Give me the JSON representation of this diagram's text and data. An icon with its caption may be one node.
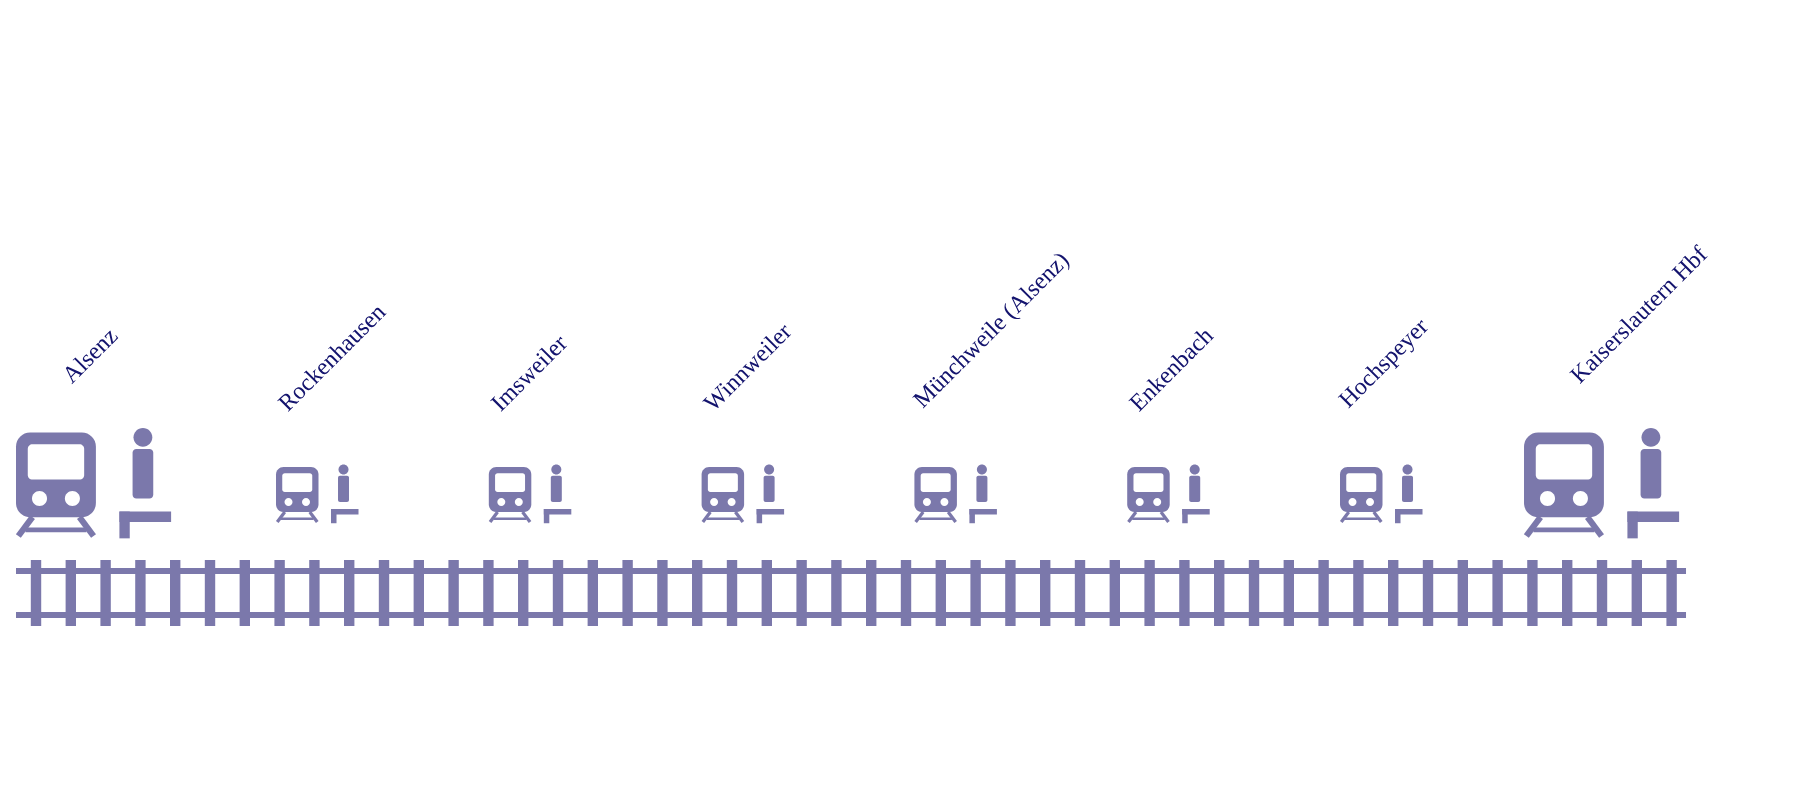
{
  "diagram": {
    "nodes": [
      {
        "text": [
          "Alsenz"
        ]
      },
      {
        "text": [
          "Rockenhausen"
        ]
      },
      {
        "text": [
          "Imsweiler"
        ]
      },
      {
        "text": [
          "Winnweiler"
        ]
      },
      {
        "text": [
          "Münchweile (Alsenz)"
        ]
      },
      {
        "text": [
          "Enkenbach"
        ]
      },
      {
        "text": [
          "Hochspeyer"
        ]
      },
      {
        "text": [
          "Kaiserslautern Hbf"
        ]
      }
    ]
  }
}
